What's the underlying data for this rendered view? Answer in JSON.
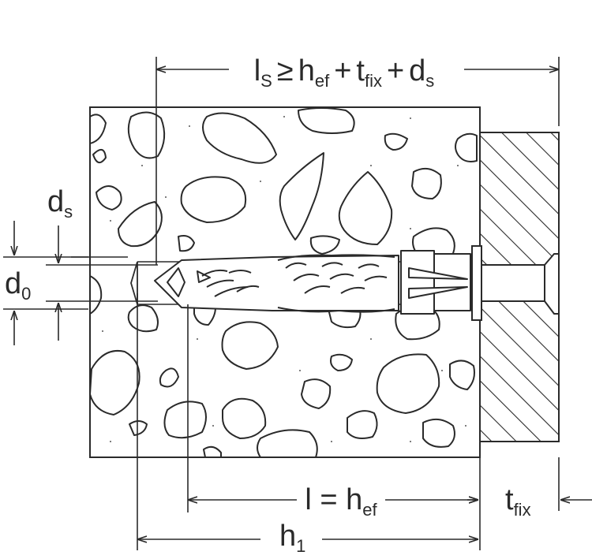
{
  "labels": {
    "top_formula": {
      "l": "l",
      "l_sub": "S",
      "rel": "≥",
      "h": "h",
      "h_sub": "ef",
      "plus1": "+",
      "t": "t",
      "t_sub": "fix",
      "plus2": "+",
      "d": "d",
      "d_sub": "s"
    },
    "ds": {
      "main": "d",
      "sub": "s"
    },
    "d0": {
      "main": "d",
      "sub": "0"
    },
    "l_eq_hef": {
      "main": "l = h",
      "sub": "ef"
    },
    "h1": {
      "main": "h",
      "sub": "1"
    },
    "tfix": {
      "main": "t",
      "sub": "fix"
    }
  },
  "colors": {
    "line": "#2a2a2a",
    "background": "#ffffff"
  }
}
